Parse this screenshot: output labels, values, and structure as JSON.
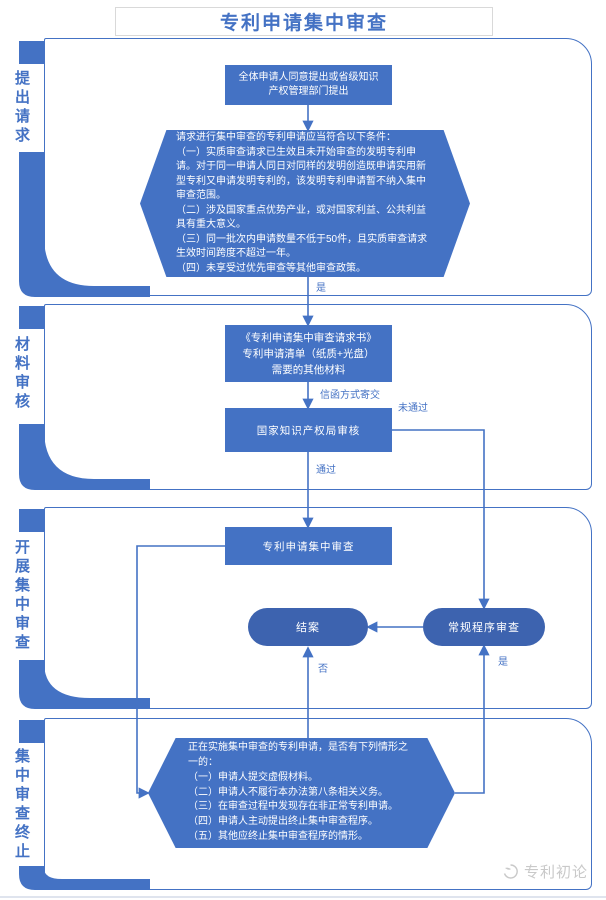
{
  "title": "专利申请集中审查",
  "sections": [
    {
      "label": "提出请求"
    },
    {
      "label": "材料审核"
    },
    {
      "label": "开展集中审查"
    },
    {
      "label": "集中审查终止"
    }
  ],
  "flow": {
    "start": "全体申请人同意提出或省级知识产权管理部门提出",
    "eligibility": {
      "lines": [
        "请求进行集中审查的专利申请应当符合以下条件：",
        "（一）实质审查请求已生效且未开始审查的发明专利申请。对于同一申请人同日对同样的发明创造既申请实用新型专利又申请发明专利的，该发明专利申请暂不纳入集中审查范围。",
        "（二）涉及国家重点优势产业，或对国家利益、公共利益具有重大意义。",
        "（三）同一批次内申请数量不低于50件，且实质审查请求生效时间跨度不超过一年。",
        "（四）未享受过优先审查等其他审查政策。"
      ]
    },
    "materials": {
      "lines": [
        "《专利申请集中审查请求书》",
        "专利申请清单（纸质+光盘）",
        "需要的其他材料"
      ]
    },
    "cnipa_review": "国家知识产权局审核",
    "central_exam": "专利申请集中审查",
    "close_case": "结案",
    "regular_exam": "常规程序审查",
    "termination": {
      "lines": [
        "正在实施集中审查的专利申请，是否有下列情形之一的：",
        "（一）申请人提交虚假材料。",
        "（二）申请人不履行本办法第八条相关义务。",
        "（三）在审查过程中发现存在非正常专利申请。",
        "（四）申请人主动提出终止集中审查程序。",
        "（五）其他应终止集中审查程序的情形。"
      ]
    }
  },
  "edges": {
    "yes_top": "是",
    "mail": "信函方式寄交",
    "fail": "未通过",
    "pass": "通过",
    "no": "否",
    "yes_bottom": "是"
  },
  "watermark": "专利初论",
  "colors": {
    "primary": "#4472C4",
    "node": "#4472C4",
    "pill": "#3D63AF",
    "title_border": "#D9D9D9",
    "watermark": "#C9C9C9"
  }
}
